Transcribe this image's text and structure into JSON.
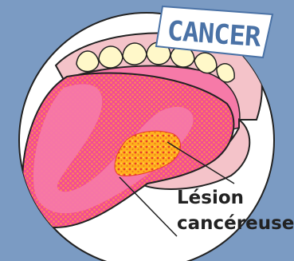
{
  "tag": {
    "text": "CANCER"
  },
  "label": {
    "line1": "Lésion",
    "line2": "cancéreuse"
  },
  "colors": {
    "background": "#7b9bc3",
    "circle": "#ffffff",
    "tongue": "#f24b95",
    "tongue_highlight": "#f67aa8",
    "dots": "#ff8a54",
    "lesion": "#ffb21c",
    "lesion_spots": "#e83d2a",
    "lips": "#f4c3c9",
    "teeth": "#fff8c9",
    "tag_fill": "#ffffff",
    "tag_text": "#4a72a6",
    "outline": "#222222"
  }
}
